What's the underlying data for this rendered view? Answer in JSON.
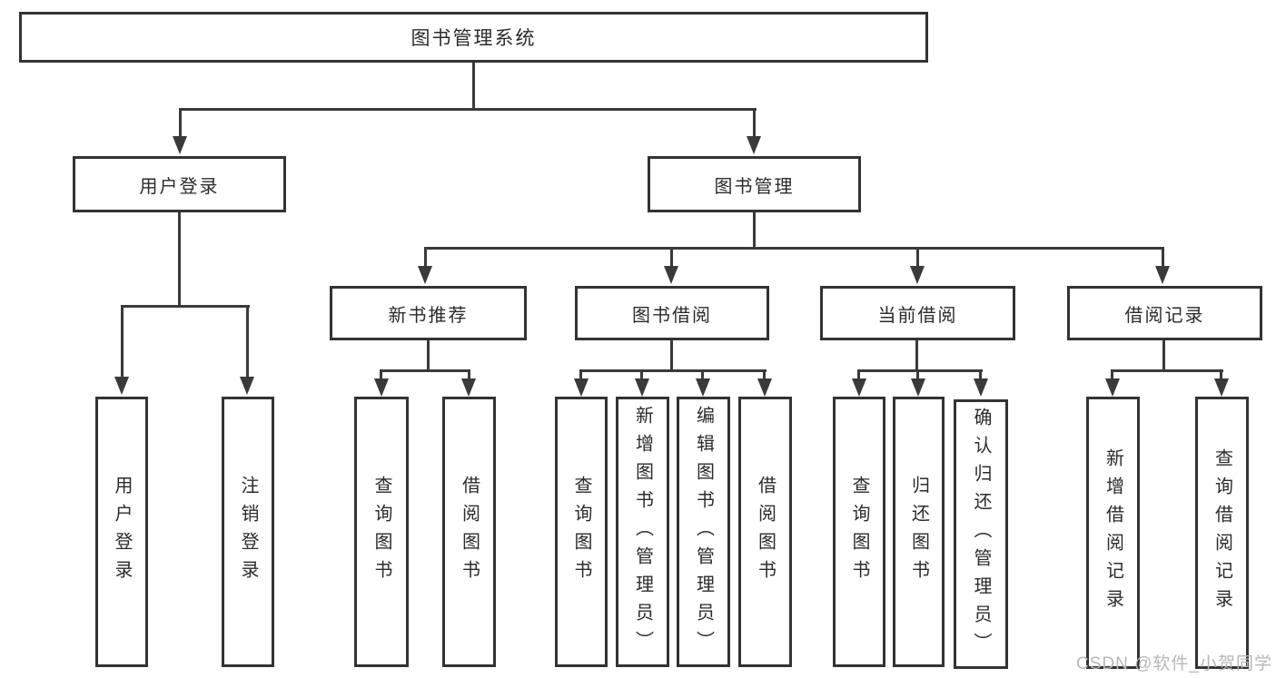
{
  "diagram": {
    "root": {
      "label": "图书管理系统"
    },
    "level1": [
      {
        "id": "user-login",
        "label": "用户登录"
      },
      {
        "id": "book-management",
        "label": "图书管理"
      }
    ],
    "level2": [
      {
        "id": "new-book-recommend",
        "label": "新书推荐"
      },
      {
        "id": "book-borrowing",
        "label": "图书借阅"
      },
      {
        "id": "current-borrowing",
        "label": "当前借阅"
      },
      {
        "id": "borrowing-records",
        "label": "借阅记录"
      }
    ],
    "leaves": {
      "user_login": [
        "用户登录",
        "注销登录"
      ],
      "new_book_recommend": [
        "查询图书",
        "借阅图书"
      ],
      "book_borrowing": [
        "查询图书",
        "新增图书（管理员）",
        "编辑图书（管理员）",
        "借阅图书"
      ],
      "current_borrowing": [
        "查询图书",
        "归还图书",
        "确认归还（管理员）"
      ],
      "borrowing_records": [
        "新增借阅记录",
        "查询借阅记录"
      ]
    },
    "watermark": "CSDN @软件_小贺同学",
    "colors": {
      "line": "#3a3a3a",
      "border": "#333333",
      "text": "#2b2b2b",
      "watermark": "#b7b7b7",
      "bg": "#ffffff"
    }
  }
}
